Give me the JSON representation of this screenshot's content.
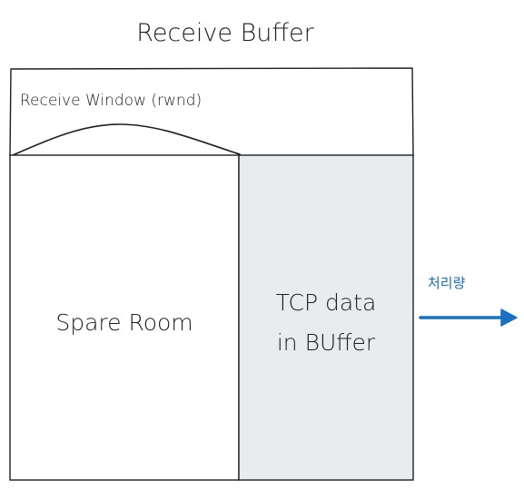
{
  "title": "Receive Buffer",
  "window_label": "Receive Window (rwnd)",
  "spare_label": "Spare Room",
  "data_label_lines": [
    "TCP data",
    "in BUffer"
  ],
  "throughput_label": "처리량",
  "colors": {
    "stroke": "#1e1e1e",
    "buffer_fill": "#e9ecef",
    "arrow": "#1971c2",
    "background": "#ffffff"
  }
}
